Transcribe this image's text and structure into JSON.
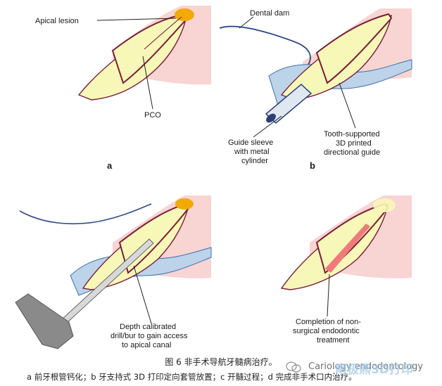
{
  "panels": {
    "a": {
      "letter": "a",
      "labels": {
        "apical_lesion": "Apical lesion",
        "pco": "PCO"
      }
    },
    "b": {
      "letter": "b",
      "labels": {
        "dental_dam": "Dental dam",
        "guide_sleeve": [
          "Guide sleeve",
          "with metal",
          "cylinder"
        ],
        "tooth_guide": [
          "Tooth-supported",
          "3D printed",
          "directional guide"
        ]
      }
    },
    "c": {
      "labels": {
        "drill": [
          "Depth calibrated",
          "drill/bur to gain access",
          "to apical canal"
        ]
      }
    },
    "d": {
      "labels": {
        "completion": [
          "Completion of non-",
          "surgical endodontic",
          "treatment"
        ]
      }
    }
  },
  "caption": {
    "title": "图 6 非手术导航牙髓病治疗。",
    "subtitle": "a 前牙根管钙化；b 牙支持式 3D 打印定向套管放置；c 开髓过程；d 完成非手术口内治疗。"
  },
  "watermark": {
    "text": "Cariology endodontology",
    "cn": "南极熊3D打印"
  },
  "colors": {
    "gum": "#f6c9c7",
    "root_outline": "#7a1c3a",
    "tooth_fill": "#f7f7b8",
    "lesion": "#f2a900",
    "guide": "#bcd3ea",
    "drill": "#888888",
    "filling": "#f07a7a"
  }
}
